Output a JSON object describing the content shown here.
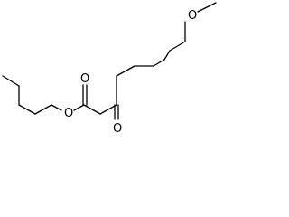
{
  "molecule": {
    "atoms": {
      "ether_oxygen": "O",
      "ester_carbonyl_oxygen": "O",
      "ester_single_oxygen": "O",
      "ketone_oxygen": "O"
    },
    "colors": {
      "bond": "#000000",
      "label": "#000000",
      "background": "#ffffff"
    }
  }
}
